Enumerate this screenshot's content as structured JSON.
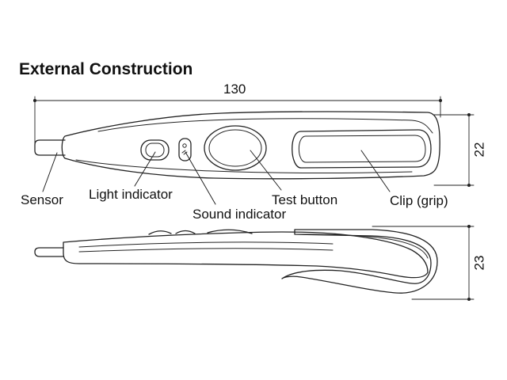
{
  "title": "External Construction",
  "labels": {
    "sensor": "Sensor",
    "light_indicator": "Light indicator",
    "sound_indicator": "Sound indicator",
    "test_button": "Test button",
    "clip": "Clip (grip)"
  },
  "dimensions": {
    "length": "130",
    "width": "22",
    "height": "23"
  }
}
